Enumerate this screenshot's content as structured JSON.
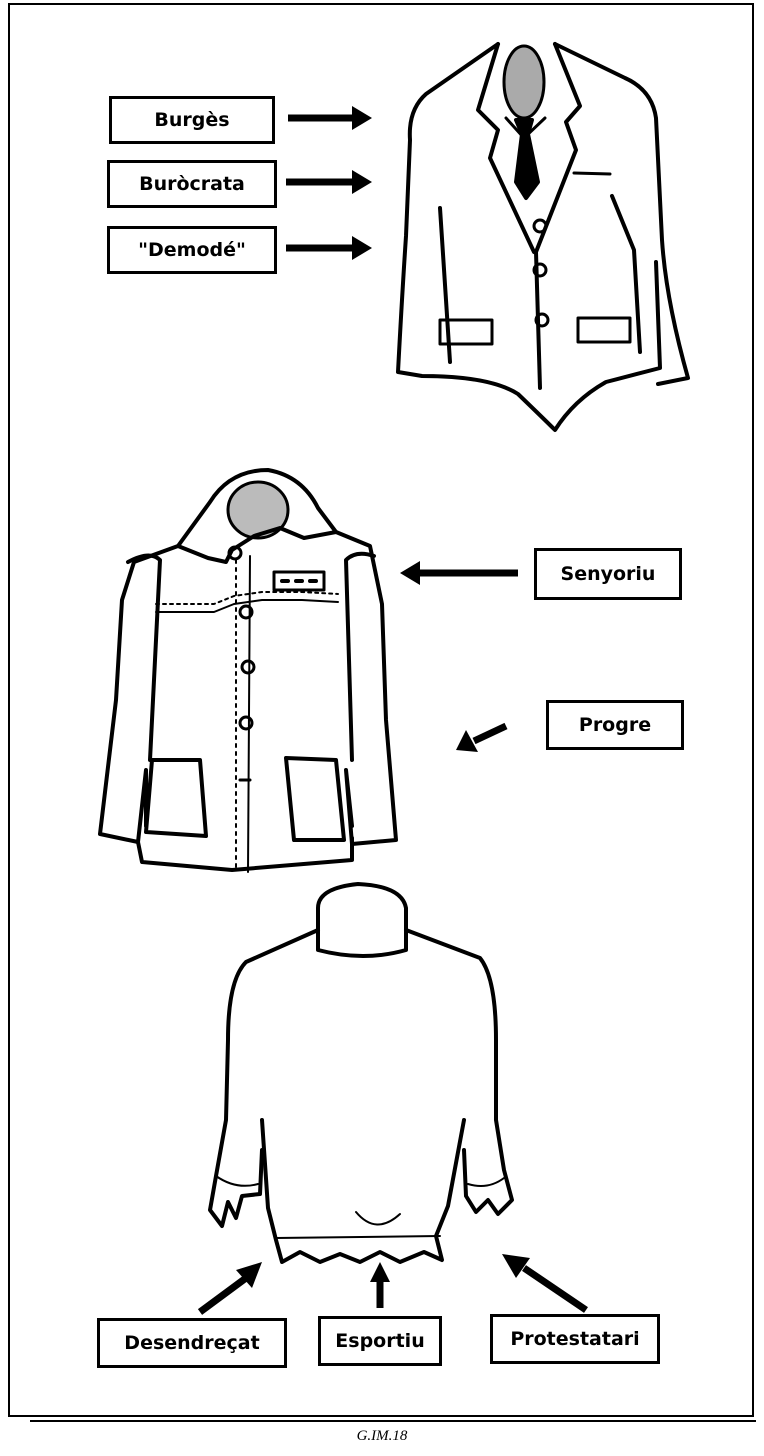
{
  "diagram": {
    "jacket": {
      "labels": [
        "Burgès",
        "Buròcrata",
        "\"Demodé\""
      ]
    },
    "shirt_jacket": {
      "labels": [
        "Senyoriu",
        "Progre"
      ]
    },
    "sweater": {
      "labels": [
        "Desendreçat",
        "Esportiu",
        "Protestatari"
      ]
    }
  },
  "footer": {
    "code": "G.IM.18"
  }
}
